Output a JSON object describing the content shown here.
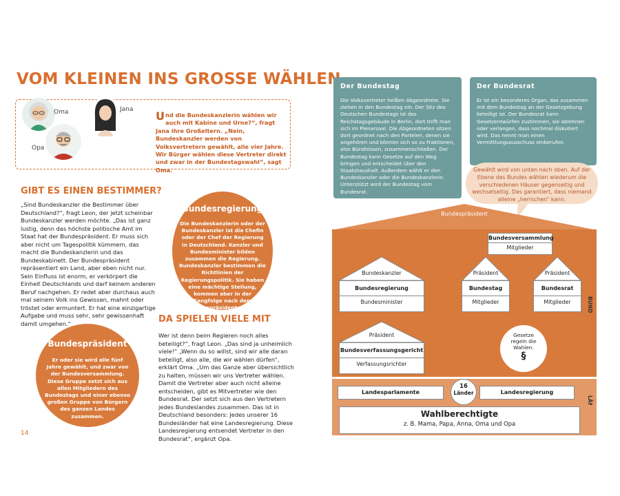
{
  "title": "VOM KLEINEN INS GROSSE WÄHLEN",
  "intro": {
    "labels": {
      "oma": "Oma",
      "opa": "Opa",
      "jana": "Jana"
    },
    "dropcap": "U",
    "text": "nd die Bundeskanzlerin wählen wir auch mit Kabine und Urne?“, fragt Jana ihre Großeltern. „Nein, Bundeskanzler werden von Volksvertretern gewählt, alle vier Jahre. Wir Bürger wählen diese Vertreter direkt und zwar in der Bundestagswahl“, sagt Oma."
  },
  "section1": {
    "heading": "GIBT ES EINEN BESTIMMER?",
    "text": "„Sind Bundeskanzler die Bestimmer über Deutschland?“, fragt Leon, der jetzt scheinbar Bundeskanzler werden möchte. „Das ist ganz lustig, denn das höchste politische Amt im Staat hat der Bundespräsident. Er muss sich aber nicht um Tagespolitik kümmern, das macht die Bundeskanzlerin und das Bundeskabinett. Der Bundespräsident repräsentiert ein Land, aber eben nicht nur. Sein Einfluss ist enorm, er verkörpert die Einheit Deutschlands und darf keinem anderen Beruf nachgehen. Er redet aber durchaus auch mal seinem Volk ins Gewissen, mahnt oder tröstet oder ermuntert. Er hat eine einzigartige Aufgabe und muss sehr, sehr gewissenhaft damit umgehen.“"
  },
  "circle_regierung": {
    "title": "Bundesregierung",
    "text": "Die Bundeskanzlerin oder der Bundeskanzler ist die Chefin oder der Chef der Regierung in Deutschland. Kanzler und Bundesminister bilden zusammen die Regierung. Bundeskanzler bestimmen die Richtlinien der Regierungspolitik. Sie haben eine mächtige Stellung, kommen aber in der Rangfolge nach dem Bundespräsidenten und Bundestagspräsidenten."
  },
  "circle_praesident": {
    "title": "Bundespräsident",
    "text": "Er oder sie wird alle fünf Jahre gewählt, und zwar von der Bundesversammlung. Diese Gruppe setzt sich aus allen Mitgliedern des Bundestags und einer ebenso großen Gruppe von Bürgern des ganzen Landes zusammen."
  },
  "section2": {
    "heading": "DA SPIELEN VIELE MIT",
    "text": "Wer ist denn beim Regieren noch alles beteiligt?“, fragt Leon. „Das sind ja unheimlich viele!“ „Wenn du so willst, sind wir alle daran beteiligt, also alle, die wir wählen dürfen“, erklärt Oma. „Um das Ganze aber übersichtlich zu halten, müssen wir uns Vertreter wählen. Damit die Vertreter aber auch nicht alleine entscheiden, gibt es Mitvertreter wie den Bundesrat. Der setzt sich aus den Vertretern jedes Bundeslandes zusammen. Das ist in Deutschland besonders: Jedes unserer 16 Bundesländer hat eine Landesregierung. Diese Landesregierung entsendet Vertreter in den Bundesrat“, ergänzt Opa."
  },
  "page_number": "14",
  "bundestag_box": {
    "title": "Der Bundestag",
    "text": "Die Volksvertreter heißen Abgeordnete. Sie ziehen in den Bundestag ein. Der Sitz des Deutschen Bundestags ist das Reichstagsgebäude in Berlin, dort trifft man sich im Plenarsaal. Die Abgeordneten sitzen dort geordnet nach den Parteien, denen sie angehören und können sich so zu Fraktionen, also Bündnissen, zusammenschließen. Der Bundestag kann Gesetze auf den Weg bringen und entscheidet über den Staatshaushalt. Außerdem wählt er den Bundeskanzler oder die Bundeskanzlerin. Unterstützt wird der Bundestag vom Bundesrat."
  },
  "bundesrat_box": {
    "title": "Der Bundesrat",
    "text": "Er ist ein besonderes Organ, das zusammen mit dem Bundestag an der Gesetzgebung beteiligt ist. Der Bundesrat kann Gesetzentwürfen zustimmen, sie ablehnen oder verlangen, dass nochmal diskutiert wird. Das nennt man einen Vermittlungsausschuss einberufen."
  },
  "bubble": "Gewählt wird von unten nach oben. Auf der Ebene des Bundes wählen wiederum die verschiedenen Häuser gegenseitig und wechselseitig. Das garantiert, dass niemand alleine „herrschen“ kann.",
  "diagram": {
    "roof_label": "Bundespräsident",
    "versammlung": {
      "title": "Bundesversammlung",
      "sub": "Mitglieder"
    },
    "kanzler": {
      "roof": "Bundeskanzler",
      "title": "Bundesregierung",
      "sub": "Bundesminister"
    },
    "bundestag": {
      "roof": "Präsident",
      "title": "Bundestag",
      "sub": "Mitglieder"
    },
    "bundesrat": {
      "roof": "Präsident",
      "title": "Bundesrat",
      "sub": "Mitglieder"
    },
    "gericht": {
      "roof": "Präsident",
      "title": "Bundesverfassungsgericht",
      "sub": "Verfassungsrichter"
    },
    "gesetze": {
      "text": "Gesetze regeln die Wahlen.",
      "symbol": "§"
    },
    "bund_label": "BUND",
    "laender_label": "LÄNDER",
    "landesparlamente": "Landesparlamente",
    "landesregierung": "Landesregierung",
    "laender_badge": {
      "number": "16",
      "word": "Länder"
    },
    "wahlberechtigte": {
      "title": "Wahlberechtigte",
      "sub": "z. B. Mama, Papa, Anna, Oma und Opa"
    }
  },
  "colors": {
    "accent": "#d86f2f",
    "teal": "#6f9c9c",
    "house": "#d87a3c",
    "peach": "#f6dcc7"
  }
}
